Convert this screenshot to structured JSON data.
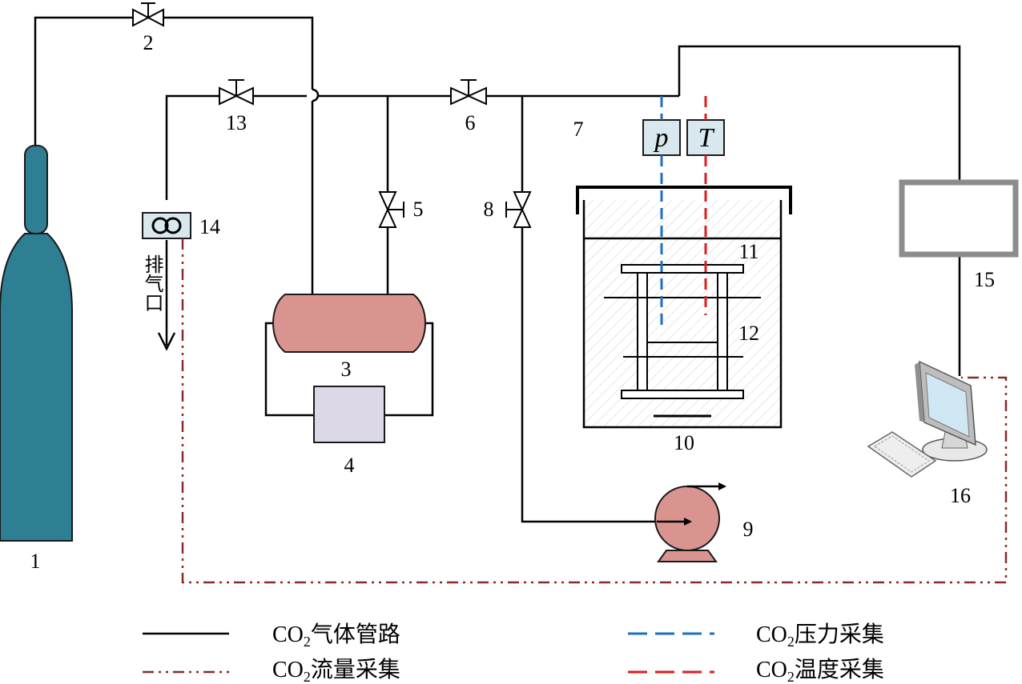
{
  "components": {
    "c1": "1",
    "c2": "2",
    "c3": "3",
    "c4": "4",
    "c5": "5",
    "c6": "6",
    "c7": "7",
    "c8": "8",
    "c9": "9",
    "c10": "10",
    "c11": "11",
    "c12": "12",
    "c13": "13",
    "c14": "14",
    "c15": "15",
    "c16": "16"
  },
  "gauges": {
    "pressure": "p",
    "temperature": "T"
  },
  "exhaust_label": "排气口",
  "legend": {
    "co2_prefix": "CO",
    "co2_sub": "2",
    "gas_pipeline": "气体管路",
    "pressure_collect": "压力采集",
    "flow_collect": "流量采集",
    "temperature_collect": "温度采集"
  },
  "colors": {
    "cylinder": "#2e7f94",
    "tank": "#d99490",
    "pump": "#d99490",
    "box4": "#dcd8e8",
    "gauge_fill": "#d8e8ee",
    "pressure_line": "#1f6fbf",
    "temperature_line": "#e01c1c",
    "flow_line": "#8b2a2a",
    "monitor_frame": "#8c8c8c"
  }
}
